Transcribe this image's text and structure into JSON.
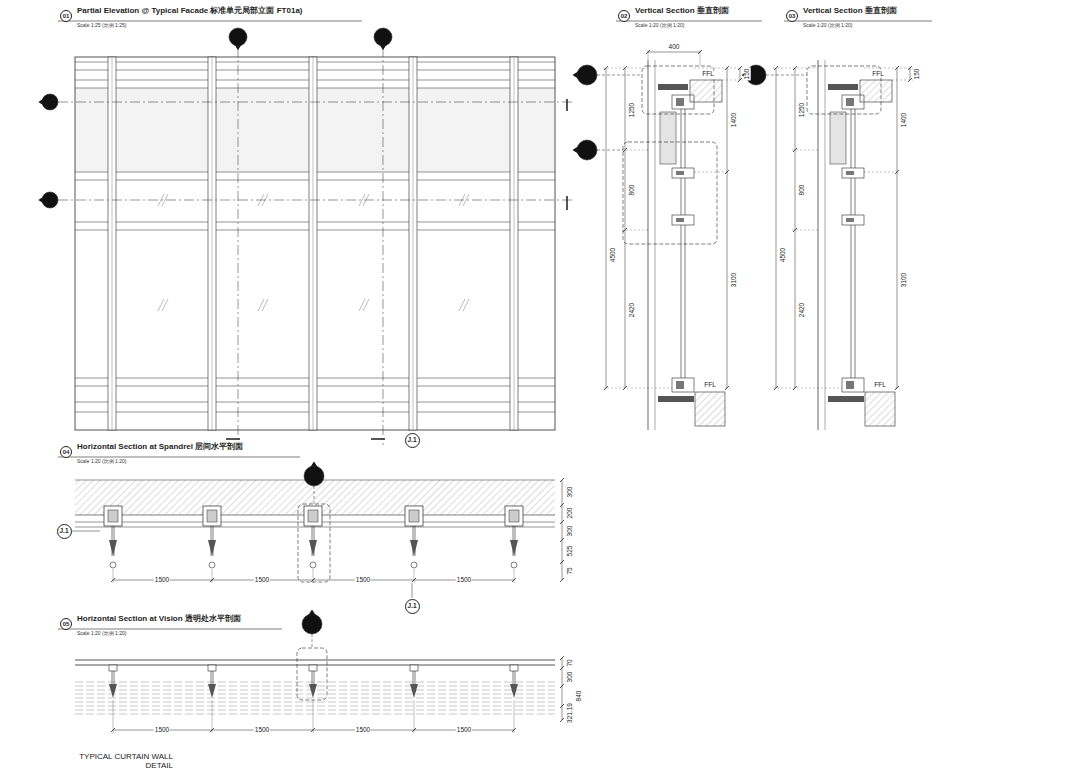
{
  "diagram": {
    "caption": "TYPICAL CURTAIN WALL DETAIL",
    "nodes": [
      {
        "text": [
          "01",
          "Partial Elevation @ Typical Facade 标准单元局部立面 FT01a)",
          "Scale 1:25 (比例 1:25)"
        ]
      },
      {
        "text": [
          "02",
          "Vertical Section 垂直剖面",
          "Scale 1:20 (比例 1:20)"
        ]
      },
      {
        "text": [
          "03",
          "Vertical Section 垂直剖面",
          "Scale 1:20 (比例 1:20)"
        ]
      },
      {
        "text": [
          "J.1"
        ]
      },
      {
        "text": [
          "04",
          "Horizontal Section at Spandrel 层间水平剖面",
          "Scale 1:20 (比例 1:20)"
        ]
      },
      {
        "text": [
          "J.1"
        ]
      },
      {
        "text": [
          "J.1"
        ]
      },
      {
        "text": [
          "05",
          "Horizontal Section at Vision 透明处水平剖面",
          "Scale 1:20 (比例 1:20)"
        ]
      }
    ],
    "labels": [
      "400",
      "150",
      "1250",
      "1400",
      "800",
      "4500",
      "2420",
      "3100",
      "FFL",
      "FFL",
      "150",
      "1250",
      "1400",
      "800",
      "4500",
      "2420",
      "3100",
      "FFL",
      "FFL",
      "1500",
      "1500",
      "1500",
      "1500",
      "300",
      "200",
      "300",
      "525",
      "75",
      "1500",
      "1500",
      "1500",
      "1500",
      "70",
      "300",
      "840",
      "321.19"
    ]
  }
}
